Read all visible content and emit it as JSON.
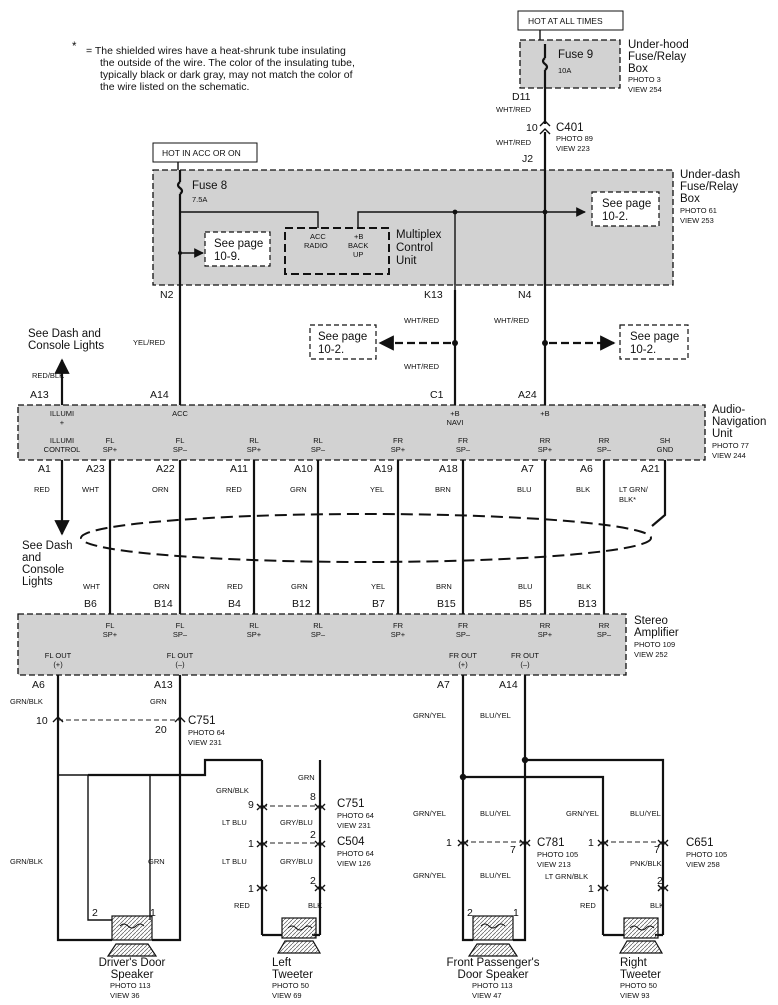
{
  "note": {
    "marker": "*",
    "lines": [
      "=  The shielded wires have a heat-shrunk tube insulating",
      "the outside of the wire.  The color of the insulating tube,",
      "typically black or dark gray, may not match the color of",
      "the wire listed on the schematic."
    ]
  },
  "hot_at_all_times": "HOT AT ALL TIMES",
  "hot_in_acc": "HOT IN ACC OR ON",
  "fuse9": {
    "name": "Fuse 9",
    "rating": "10A"
  },
  "fuse8": {
    "name": "Fuse 8",
    "rating": "7.5A"
  },
  "underhood": {
    "lines": [
      "Under-hood",
      "Fuse/Relay",
      "Box"
    ],
    "photo": "PHOTO 3",
    "view": "VIEW 254"
  },
  "c401": {
    "pin_top": "D11",
    "color1": "WHT/RED",
    "pin": "10",
    "name": "C401",
    "photo": "PHOTO 89",
    "view": "VIEW 223",
    "color2": "WHT/RED",
    "pin_bottom": "J2"
  },
  "underdash": {
    "lines": [
      "Under-dash",
      "Fuse/Relay",
      "Box"
    ],
    "photo": "PHOTO 61",
    "view": "VIEW 253"
  },
  "multiplex": {
    "lines": [
      "Multiplex",
      "Control",
      "Unit"
    ],
    "acc": [
      "ACC",
      "RADIO"
    ],
    "backup": [
      "+B",
      "BACK",
      "UP"
    ]
  },
  "see_10_2": [
    "See page",
    "10-2."
  ],
  "see_10_9": [
    "See page",
    "10-9."
  ],
  "dash_top": {
    "pin": "N2",
    "color": "YEL/RED"
  },
  "k13": {
    "pin": "K13",
    "color_top": "WHT/RED",
    "color_bottom": "WHT/RED",
    "pin_bottom": "C1"
  },
  "n4": {
    "pin": "N4",
    "color": "WHT/RED",
    "pin_bottom": "A24"
  },
  "see_dash_top": [
    "See Dash and",
    "Console Lights"
  ],
  "red_blk": "RED/BLK",
  "a13": "A13",
  "a14": "A14",
  "anu": {
    "title": [
      "Audio-",
      "Navigation",
      "Unit"
    ],
    "photo": "PHOTO 77",
    "view": "VIEW 244",
    "top_labels": [
      [
        "ILLUMI",
        "+"
      ],
      [
        "ACC"
      ],
      [
        "+B",
        "NAVI"
      ],
      [
        "+B"
      ]
    ],
    "pins": [
      {
        "label": [
          "ILLUMI",
          "CONTROL"
        ],
        "pin": "A1",
        "color": "RED"
      },
      {
        "label": [
          "FL",
          "SP+"
        ],
        "pin": "A23",
        "color": "WHT"
      },
      {
        "label": [
          "FL",
          "SP–"
        ],
        "pin": "A22",
        "color": "ORN"
      },
      {
        "label": [
          "RL",
          "SP+"
        ],
        "pin": "A11",
        "color": "RED"
      },
      {
        "label": [
          "RL",
          "SP–"
        ],
        "pin": "A10",
        "color": "GRN"
      },
      {
        "label": [
          "FR",
          "SP+"
        ],
        "pin": "A19",
        "color": "YEL"
      },
      {
        "label": [
          "FR",
          "SP–"
        ],
        "pin": "A18",
        "color": "BRN"
      },
      {
        "label": [
          "RR",
          "SP+"
        ],
        "pin": "A7",
        "color": "BLU"
      },
      {
        "label": [
          "RR",
          "SP–"
        ],
        "pin": "A6",
        "color": "BLK"
      },
      {
        "label": [
          "SH",
          "GND"
        ],
        "pin": "A21",
        "color": [
          "LT GRN/",
          "BLK*"
        ]
      }
    ]
  },
  "see_dash_bottom": [
    "See Dash",
    "and",
    "Console",
    "Lights"
  ],
  "amp": {
    "title": [
      "Stereo",
      "Amplifier"
    ],
    "photo": "PHOTO 109",
    "view": "VIEW 252",
    "pins": [
      {
        "color": "WHT",
        "pin": "B6",
        "label": [
          "FL",
          "SP+"
        ]
      },
      {
        "color": "ORN",
        "pin": "B14",
        "label": [
          "FL",
          "SP–"
        ]
      },
      {
        "color": "RED",
        "pin": "B4",
        "label": [
          "RL",
          "SP+"
        ]
      },
      {
        "color": "GRN",
        "pin": "B12",
        "label": [
          "RL",
          "SP–"
        ]
      },
      {
        "color": "YEL",
        "pin": "B7",
        "label": [
          "FR",
          "SP+"
        ]
      },
      {
        "color": "BRN",
        "pin": "B15",
        "label": [
          "FR",
          "SP–"
        ]
      },
      {
        "color": "BLU",
        "pin": "B5",
        "label": [
          "RR",
          "SP+"
        ]
      },
      {
        "color": "BLK",
        "pin": "B13",
        "label": [
          "RR",
          "SP–"
        ]
      }
    ],
    "outs": [
      {
        "label": [
          "FL OUT",
          "(+)"
        ],
        "pin": "A6",
        "color": "GRN/BLK"
      },
      {
        "label": [
          "FL OUT",
          "(–)"
        ],
        "pin": "A13",
        "color": "GRN"
      },
      {
        "label": [
          "FR OUT",
          "(+)"
        ],
        "pin": "A7",
        "color": "GRN/YEL"
      },
      {
        "label": [
          "FR OUT",
          "(–)"
        ],
        "pin": "A14",
        "color": "BLU/YEL"
      }
    ]
  },
  "c751_upper": {
    "pin_a": "10",
    "pin_b": "20",
    "name": "C751",
    "photo": "PHOTO 64",
    "view": "VIEW 231"
  },
  "left_side": {
    "grn_blk": "GRN/BLK",
    "grn": "GRN"
  },
  "left_tweeter": {
    "grn_blk": "GRN/BLK",
    "grn": "GRN",
    "c751": {
      "pin_a": "9",
      "pin_b": "8",
      "color_a": "LT BLU",
      "color_b": "GRY/BLU",
      "name": "C751",
      "photo": "PHOTO 64",
      "view": "VIEW 231"
    },
    "c504": {
      "pin_a": "1",
      "pin_b": "2",
      "color_a": "LT BLU",
      "color_b": "GRY/BLU",
      "name": "C504",
      "photo": "PHOTO 64",
      "view": "VIEW 126"
    },
    "term": {
      "pin_a": "1",
      "pin_b": "2",
      "color_a": "RED",
      "color_b": "BLK"
    }
  },
  "front_pass": {
    "grn_yel": "GRN/YEL",
    "blu_yel": "BLU/YEL",
    "c781": {
      "pin_a": "1",
      "pin_b": "7",
      "name": "C781",
      "photo": "PHOTO 105",
      "view": "VIEW 213"
    },
    "speaker_pins": [
      "2",
      "1"
    ]
  },
  "right_tweeter": {
    "color_a": "GRN/YEL",
    "color_b": "BLU/YEL",
    "c651": {
      "pin_a": "1",
      "pin_b": "7",
      "name": "C651",
      "photo": "PHOTO 105",
      "view": "VIEW 258",
      "color_a2": "LT GRN/BLK",
      "color_b2": "PNK/BLK"
    },
    "term": {
      "pin_a": "1",
      "pin_b": "2",
      "color_a": "RED",
      "color_b": "BLK"
    }
  },
  "driver_pins": [
    "2",
    "1"
  ],
  "speakers": [
    {
      "name": [
        "Driver's Door",
        "Speaker"
      ],
      "photo": "PHOTO 113",
      "view": "VIEW 36"
    },
    {
      "name": [
        "Left",
        "Tweeter"
      ],
      "photo": "PHOTO 50",
      "view": "VIEW 69"
    },
    {
      "name": [
        "Front Passenger's",
        "Door Speaker"
      ],
      "photo": "PHOTO 113",
      "view": "VIEW 47"
    },
    {
      "name": [
        "Right",
        "Tweeter"
      ],
      "photo": "PHOTO 50",
      "view": "VIEW 93"
    }
  ]
}
